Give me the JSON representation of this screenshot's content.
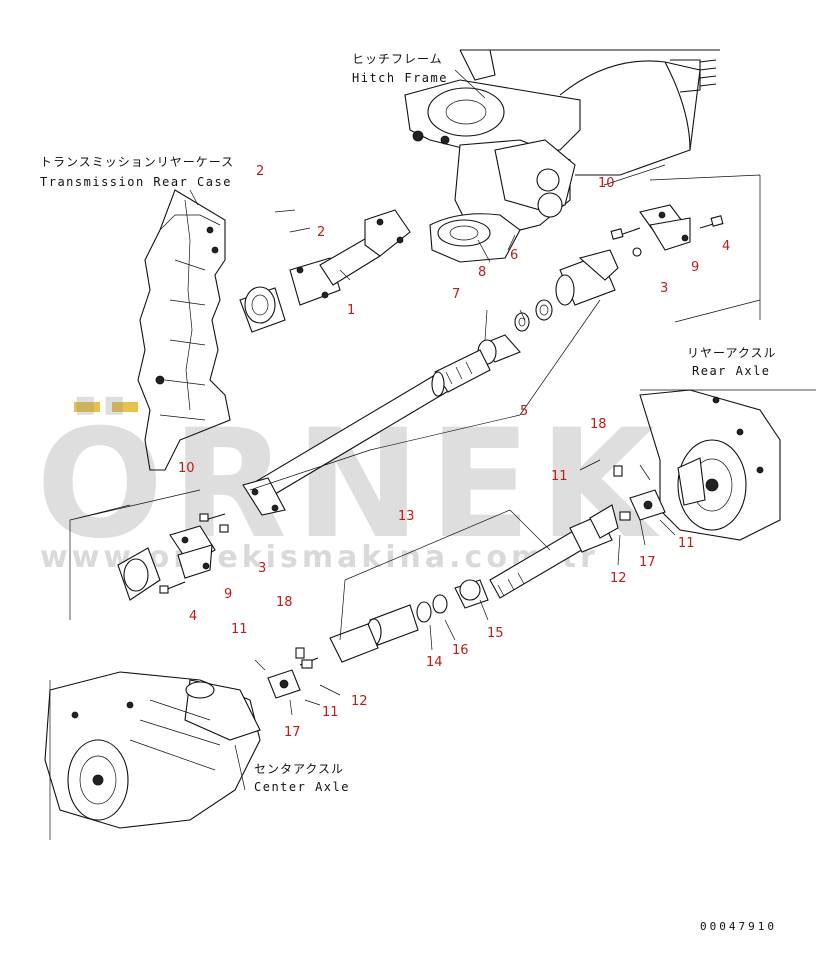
{
  "labels": {
    "hitch_frame_jp": "ヒッチフレーム",
    "hitch_frame_en": "Hitch Frame",
    "trans_rear_case_jp": "トランスミッションリヤーケース",
    "trans_rear_case_en": "Transmission Rear Case",
    "rear_axle_jp": "リヤーアクスル",
    "rear_axle_en": "Rear Axle",
    "center_axle_jp": "センタアクスル",
    "center_axle_en": "Center Axle",
    "drawing_number": "00047910"
  },
  "watermark": {
    "brand": "ÖRNEK",
    "url": "www.ornekismakina.com.tr"
  },
  "callouts": {
    "c_2a": "2",
    "c_2b": "2",
    "c_1": "1",
    "c_10a": "10",
    "c_4a": "4",
    "c_9a": "9",
    "c_3a": "3",
    "c_8": "8",
    "c_6": "6",
    "c_7": "7",
    "c_5": "5",
    "c_18a": "18",
    "c_11a": "11",
    "c_11b": "11",
    "c_12a": "12",
    "c_17a": "17",
    "c_10b": "10",
    "c_3b": "3",
    "c_9b": "9",
    "c_4b": "4",
    "c_13": "13",
    "c_15": "15",
    "c_16": "16",
    "c_14": "14",
    "c_18b": "18",
    "c_11c": "11",
    "c_11d": "11",
    "c_12b": "12",
    "c_17b": "17"
  },
  "colors": {
    "callout": "#c21a1a",
    "line": "#111111",
    "watermark": "#8a8a8a",
    "watermark_accent": "#e6c24a"
  }
}
